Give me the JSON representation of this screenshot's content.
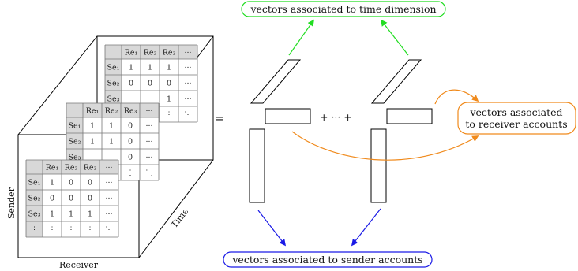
{
  "labels": {
    "time_vectors": "vectors associated to time dimension",
    "receiver_vectors_line1": "vectors associated",
    "receiver_vectors_line2": "to receiver accounts",
    "sender_vectors": "vectors associated to sender accounts",
    "equals": "=",
    "plus_dots_plus": "+ ··· +"
  },
  "axes": {
    "sender": "Sender",
    "receiver": "Receiver",
    "time": "Time"
  },
  "matrix": {
    "col_headers": [
      "Re₁",
      "Re₂",
      "Re₃",
      "···"
    ],
    "row_headers": [
      "Se₁",
      "Se₂",
      "Se₃",
      "⋮"
    ],
    "slice_back": [
      [
        "1",
        "1",
        "1",
        "···"
      ],
      [
        "0",
        "0",
        "0",
        "···"
      ],
      [
        "",
        "",
        "1",
        "···"
      ],
      [
        "",
        "",
        "⋮",
        "⋱"
      ]
    ],
    "slice_middle": [
      [
        "1",
        "1",
        "0",
        "···"
      ],
      [
        "1",
        "1",
        "0",
        "···"
      ],
      [
        "",
        "",
        "0",
        "···"
      ],
      [
        "",
        "",
        "⋮",
        "⋱"
      ]
    ],
    "slice_front": [
      [
        "1",
        "0",
        "0",
        "···"
      ],
      [
        "0",
        "0",
        "0",
        "···"
      ],
      [
        "1",
        "1",
        "1",
        "···"
      ],
      [
        "⋮",
        "⋮",
        "⋮",
        "⋱"
      ]
    ]
  },
  "colors": {
    "time_arrows": "#22dd22",
    "receiver_arrows": "#f08a1c",
    "sender_arrows": "#1a1ae6",
    "header_fill": "#d8d8d8",
    "cell_fill": "#ececec"
  }
}
